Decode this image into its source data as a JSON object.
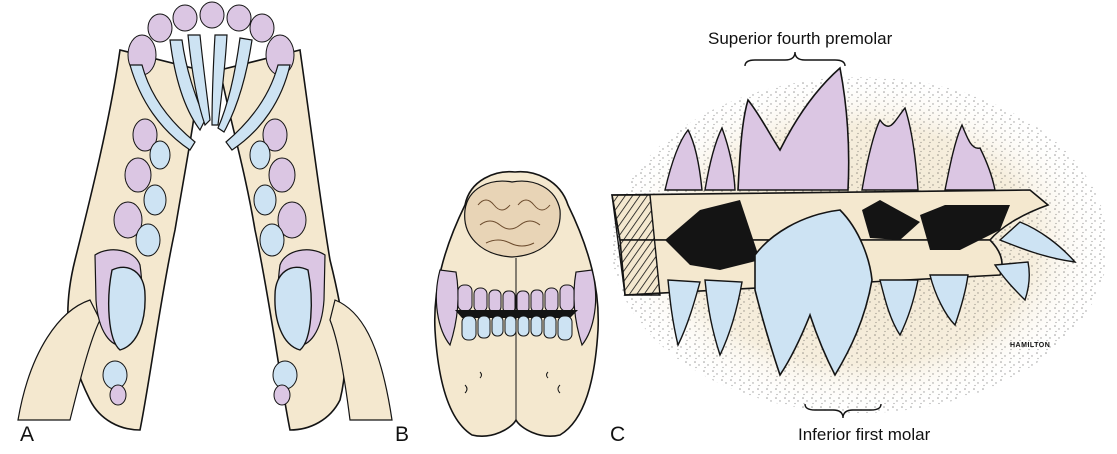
{
  "panels": [
    {
      "letter": "A"
    },
    {
      "letter": "B"
    },
    {
      "letter": "C"
    }
  ],
  "callouts": {
    "top": "Superior fourth premolar",
    "bottom": "Inferior first molar"
  },
  "signature": "HAMILTON",
  "colors": {
    "bone": "#f4e8cf",
    "upper_teeth": "#dbc6e3",
    "lower_teeth": "#cde3f3",
    "outline": "#141414",
    "background": "#ffffff"
  }
}
